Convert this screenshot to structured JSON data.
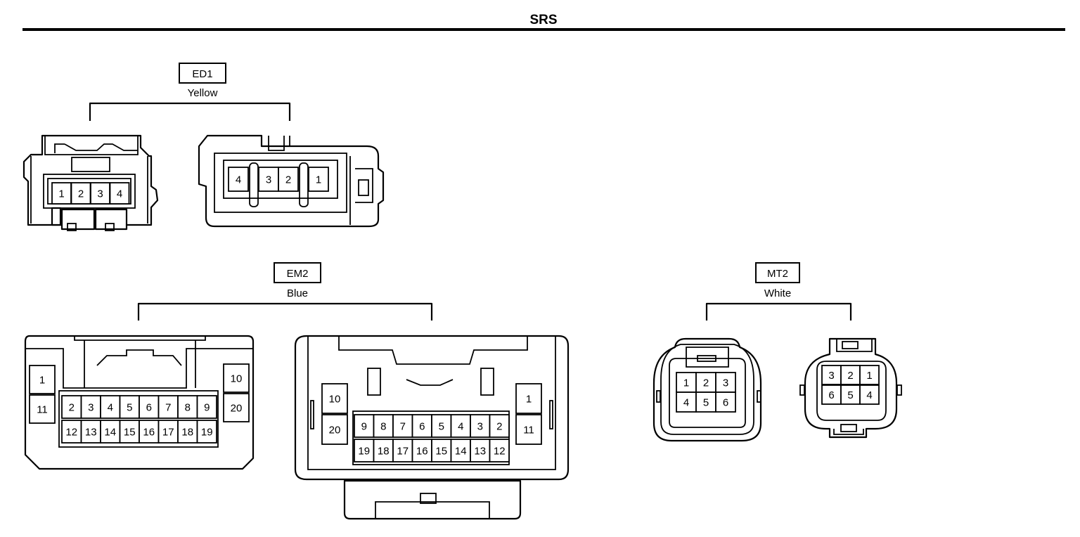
{
  "header": {
    "title": "SRS"
  },
  "connectors": {
    "ED1": {
      "label": "ED1",
      "color": "Yellow",
      "left_pins": [
        "1",
        "2",
        "3",
        "4"
      ],
      "right_pins": [
        "4",
        "3",
        "2",
        "1"
      ]
    },
    "EM2": {
      "label": "EM2",
      "color": "Blue",
      "left": {
        "top_row": [
          "2",
          "3",
          "4",
          "5",
          "6",
          "7",
          "8",
          "9"
        ],
        "bottom_row": [
          "12",
          "13",
          "14",
          "15",
          "16",
          "17",
          "18",
          "19"
        ],
        "side_left": [
          "1",
          "11"
        ],
        "side_right": [
          "10",
          "20"
        ]
      },
      "right": {
        "top_row": [
          "9",
          "8",
          "7",
          "6",
          "5",
          "4",
          "3",
          "2"
        ],
        "bottom_row": [
          "19",
          "18",
          "17",
          "16",
          "15",
          "14",
          "13",
          "12"
        ],
        "side_left": [
          "10",
          "20"
        ],
        "side_right": [
          "1",
          "11"
        ]
      }
    },
    "MT2": {
      "label": "MT2",
      "color": "White",
      "left": {
        "top_row": [
          "1",
          "2",
          "3"
        ],
        "bottom_row": [
          "4",
          "5",
          "6"
        ]
      },
      "right": {
        "top_row": [
          "3",
          "2",
          "1"
        ],
        "bottom_row": [
          "6",
          "5",
          "4"
        ]
      }
    }
  }
}
